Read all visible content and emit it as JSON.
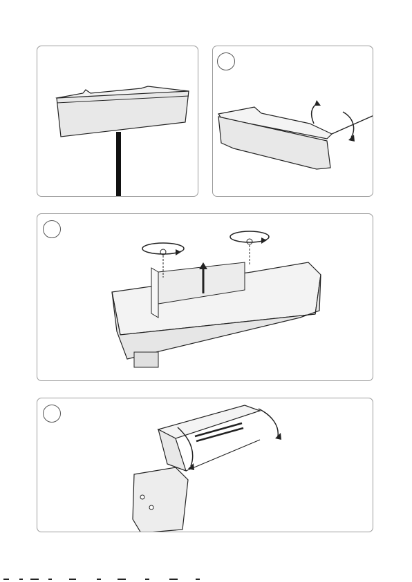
{
  "document": {
    "panels": [
      {
        "id": "panel-1",
        "step_label": ""
      },
      {
        "id": "panel-2",
        "step_label": ""
      },
      {
        "id": "panel-3",
        "step_label": ""
      },
      {
        "id": "panel-4",
        "step_label": ""
      }
    ]
  },
  "colors": {
    "line": "#222222",
    "frame": "#9a9a9a",
    "fill_light": "#f4f4f4",
    "fill_mid": "#e6e6e6",
    "fill_dark": "#cfcfcf"
  },
  "icons": [
    "rotate-arrow-icon",
    "up-arrow-icon",
    "screw-icon",
    "curved-arrow-icon"
  ]
}
